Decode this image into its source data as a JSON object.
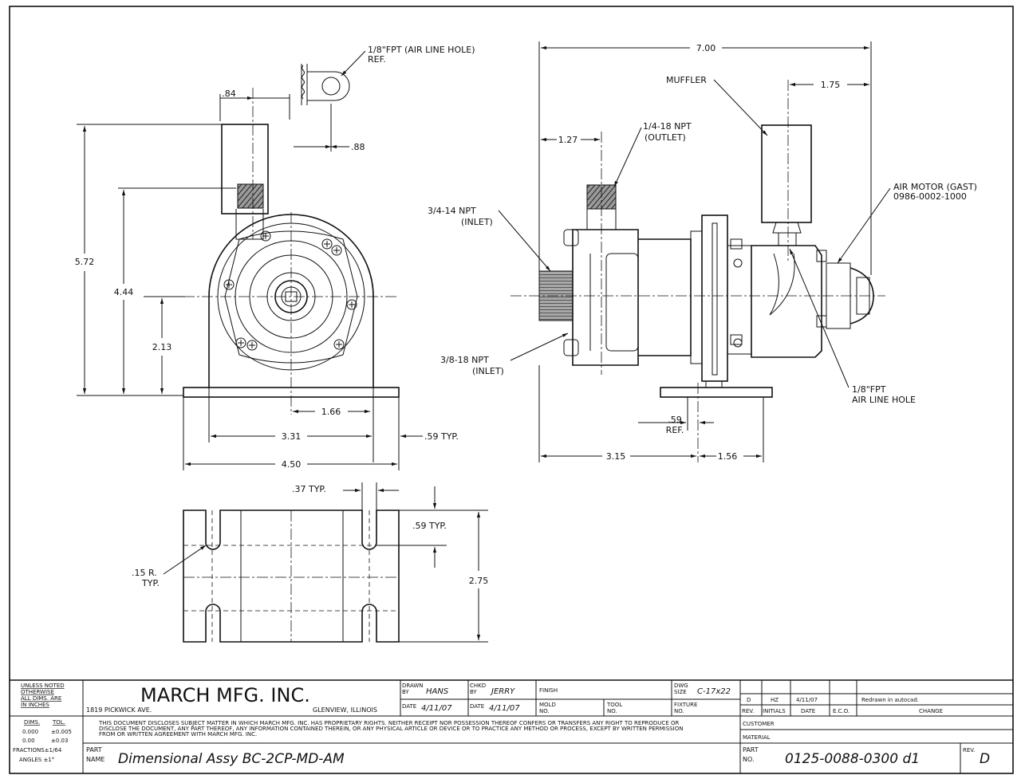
{
  "dims": {
    "front_084": ".84",
    "front_088": ".88",
    "front_572": "5.72",
    "front_444": "4.44",
    "front_213": "2.13",
    "front_166": "1.66",
    "front_331": "3.31",
    "front_059": ".59 TYP.",
    "front_450": "4.50",
    "top_037": ".37 TYP.",
    "top_059": ".59 TYP.",
    "top_015_a": ".15 R.",
    "top_015_b": "TYP.",
    "top_275": "2.75",
    "side_700": "7.00",
    "side_175": "1.75",
    "side_127": "1.27",
    "side_059_a": ".59",
    "side_059_b": "REF.",
    "side_315": "3.15",
    "side_156": "1.56"
  },
  "callouts": {
    "air_line_hole_1": "1/8\"FPT (AIR LINE HOLE)",
    "air_line_hole_2": "REF.",
    "muffler": "MUFFLER",
    "outlet_1": "1/4-18 NPT",
    "outlet_2": "(OUTLET)",
    "inlet34_1": "3/4-14 NPT",
    "inlet34_2": "(INLET)",
    "inlet38_1": "3/8-18 NPT",
    "inlet38_2": "(INLET)",
    "air_motor_1": "AIR MOTOR (GAST)",
    "air_motor_2": "0986-0002-1000",
    "air_hole_1": "1/8\"FPT",
    "air_hole_2": "AIR LINE HOLE"
  },
  "title_block": {
    "unless_1": "UNLESS NOTED",
    "unless_2": "OTHERWISE",
    "unless_3": "ALL DIMS. ARE",
    "unless_4": "IN INCHES",
    "tol_dims": "DIMS.",
    "tol_tol": "TOL.",
    "tol_000": "0.000",
    "tol_000_v": "±0.005",
    "tol_00": "0.00",
    "tol_00_v": "±0.03",
    "tol_frac": "FRACTIONS±1/64",
    "tol_ang": "ANGLES  ±1°",
    "company": "MARCH MFG. INC.",
    "address": "1819 PICKWICK AVE.",
    "city": "GLENVIEW, ILLINOIS",
    "drawn_label_1": "DRAWN",
    "drawn_label_2": "BY",
    "drawn_value": "HANS",
    "chkd_label_1": "CHKD",
    "chkd_label_2": "BY",
    "chkd_value": "JERRY",
    "finish_label": "FINISH",
    "dwg_label_1": "DWG",
    "dwg_label_2": "SIZE",
    "dwg_value": "C-17x22",
    "date_label": "DATE",
    "date_value_1": "4/11/07",
    "date_value_2": "4/11/07",
    "mold_label_1": "MOLD",
    "mold_label_2": "NO.",
    "tool_label_1": "TOOL",
    "tool_label_2": "NO.",
    "fixture_label_1": "FIXTURE",
    "fixture_label_2": "NO.",
    "notice_1": "THIS DOCUMENT DISCLOSES SUBJECT MATTER IN WHICH MARCH MFG. INC. HAS PROPRIETARY RIGHTS. NEITHER RECEIPT NOR POSSESSION THEREOF CONFERS OR TRANSFERS ANY RIGHT TO REPRODUCE OR",
    "notice_2": "DISCLOSE THE DOCUMENT, ANY PART THEREOF, ANY INFORMATION CONTAINED THEREIN, OR ANY PHYSICAL ARTICLE OR DEVICE OR TO PRACTICE ANY METHOD OR PROCESS, EXCEPT BY WRITTEN PERMISSION",
    "notice_3": "FROM OR WRITTEN AGREEMENT WITH MARCH MFG. INC.",
    "part_label_1": "PART",
    "part_label_2": "NAME",
    "part_name": "Dimensional  Assy  BC-2CP-MD-AM",
    "rev_row": {
      "rev": "D",
      "initials": "HZ",
      "date": "4/11/07",
      "eco": "",
      "change": "Redrawn in autocad."
    },
    "rev_headers": [
      "REV.",
      "INITIALS",
      "DATE",
      "E.C.O.",
      "CHANGE"
    ],
    "customer_label": "CUSTOMER",
    "material_label": "MATERIAL",
    "partno_label_1": "PART",
    "partno_label_2": "NO.",
    "part_number": "0125-0088-0300  d1",
    "rev_label": "REV.",
    "rev_value": "D"
  }
}
